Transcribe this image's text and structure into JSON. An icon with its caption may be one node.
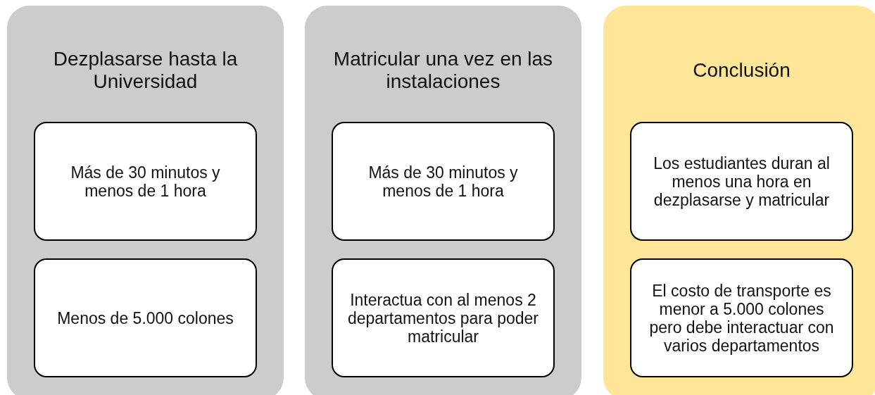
{
  "diagram": {
    "nodes": [
      {
        "text": [
          "Dezplasarse hasta la Universidad"
        ]
      },
      {
        "text": [
          "Más de 30 minutos y menos de 1 hora"
        ],
        "in": 0
      },
      {
        "text": [
          "Menos de 5.000 colones"
        ],
        "in": 0
      },
      {
        "text": [
          "Matricular una vez en las instalaciones"
        ]
      },
      {
        "text": [
          "Más de 30 minutos y menos de 1 hora"
        ],
        "in": 3
      },
      {
        "text": [
          "Interactua con al menos 2 departamentos para poder matricular"
        ],
        "in": 3
      },
      {
        "text": [
          "Conclusión"
        ]
      },
      {
        "text": [
          "Los estudiantes duran al menos una hora en dezplasarse y matricular"
        ],
        "in": 6
      },
      {
        "text": [
          "El costo de transporte es menor a 5.000 colones pero debe interactuar con varios departamentos"
        ],
        "in": 6
      }
    ]
  }
}
